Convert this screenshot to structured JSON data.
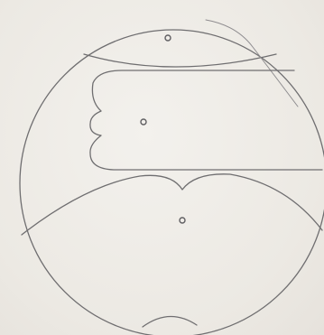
{
  "diagram": {
    "kind": "pencil sketch",
    "paper_color": "#eeebe6",
    "line_color": "#6f6e70",
    "regions": [
      {
        "name": "top-cap-region",
        "marked_point": true
      },
      {
        "name": "middle-tab-region",
        "marked_point": true
      },
      {
        "name": "bottom-lens-region",
        "marked_point": true
      },
      {
        "name": "bottom-small-cap",
        "marked_point": false
      }
    ]
  }
}
